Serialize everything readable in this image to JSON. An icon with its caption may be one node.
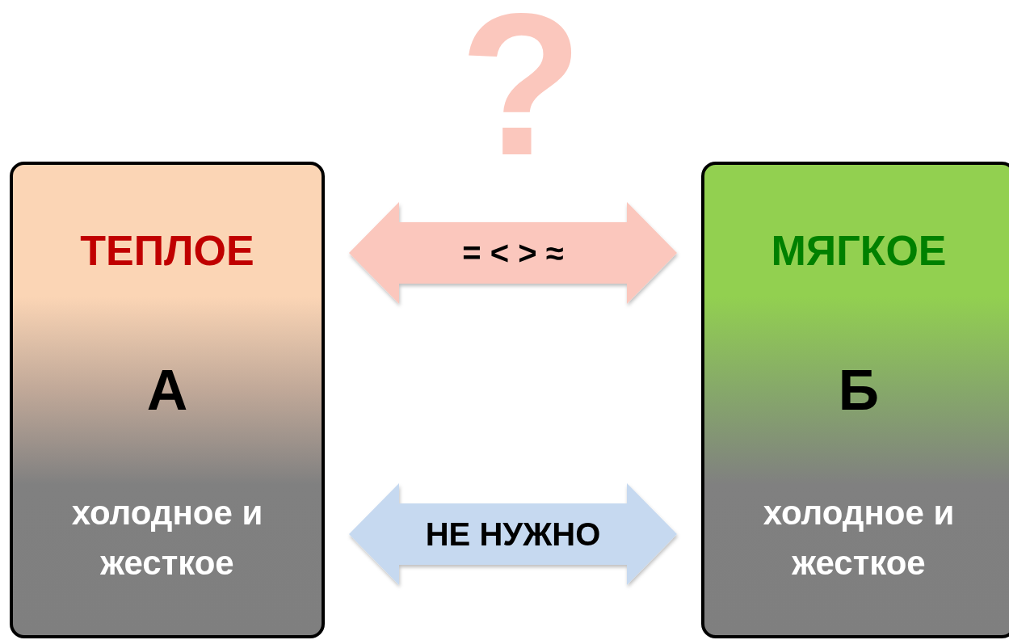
{
  "diagram": {
    "nodes": [
      {
        "text": [
          "ТЕПЛОЕ",
          "А",
          "холодное и жесткое"
        ]
      },
      {
        "text": [
          "МЯГКОЕ",
          "Б",
          "холодное и жесткое"
        ]
      }
    ],
    "edges": [
      {
        "from": 0,
        "to": 1,
        "arrow": "both",
        "label": "= < > ≈",
        "style": "thick",
        "color": "#fbc7bd"
      },
      {
        "from": 0,
        "to": 1,
        "arrow": "both",
        "label": "НЕ НУЖНО",
        "style": "thick",
        "color": "#c6d9f0"
      }
    ],
    "labels": [
      "?"
    ]
  }
}
